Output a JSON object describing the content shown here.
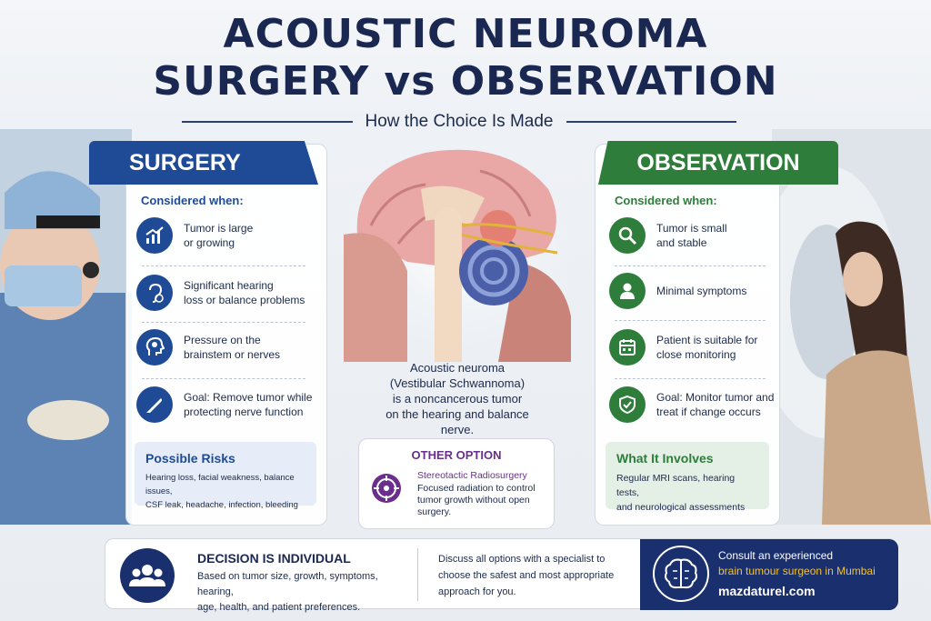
{
  "title": {
    "line1": "ACOUSTIC NEUROMA",
    "line2": "SURGERY vs OBSERVATION",
    "subtitle": "How the Choice Is Made"
  },
  "surgery": {
    "tab": "SURGERY",
    "considered": "Considered when:",
    "items": [
      {
        "icon": "chart-up-icon",
        "l1": "Tumor is large",
        "l2": "or growing"
      },
      {
        "icon": "ear-icon",
        "l1": "Significant hearing",
        "l2": "loss or balance problems"
      },
      {
        "icon": "head-target-icon",
        "l1": "Pressure on the",
        "l2": "brainstem or nerves"
      },
      {
        "icon": "scalpel-icon",
        "l1": "Goal: Remove tumor while",
        "l2": "protecting nerve function"
      }
    ],
    "risks_title": "Possible Risks",
    "risks_l1": "Hearing loss, facial weakness, balance issues,",
    "risks_l2": "CSF leak, headache, infection, bleeding"
  },
  "observation": {
    "tab": "OBSERVATION",
    "considered": "Considered when:",
    "items": [
      {
        "icon": "magnifier-icon",
        "l1": "Tumor is small",
        "l2": "and stable"
      },
      {
        "icon": "person-icon",
        "l1": "Minimal symptoms",
        "l2": ""
      },
      {
        "icon": "calendar-icon",
        "l1": "Patient is suitable for",
        "l2": "close monitoring"
      },
      {
        "icon": "shield-check-icon",
        "l1": "Goal: Monitor tumor and",
        "l2": "treat if change occurs"
      }
    ],
    "involves_title": "What It Involves",
    "involves_l1": "Regular MRI scans, hearing tests,",
    "involves_l2": "and neurological assessments"
  },
  "center": {
    "l1": "Acoustic neuroma",
    "l2": "(Vestibular Schwannoma)",
    "l3": "is a noncancerous tumor",
    "l4": "on the hearing and balance",
    "l5": "nerve."
  },
  "other": {
    "title": "OTHER OPTION",
    "sub": "Stereotactic Radiosurgery",
    "d1": "Focused radiation to control",
    "d2": "tumor growth without open",
    "d3": "surgery."
  },
  "bottom": {
    "decision_title": "DECISION IS INDIVIDUAL",
    "decision_l1": "Based on tumor size, growth, symptoms, hearing,",
    "decision_l2": "age, health, and patient preferences.",
    "mid_l1": "Discuss all options with a specialist to",
    "mid_l2": "choose the safest and most appropriate",
    "mid_l3": "approach for you.",
    "cta_l1": "Consult an experienced",
    "cta_l2": "brain tumour surgeon in Mumbai",
    "cta_l3": "mazdaturel.com"
  },
  "colors": {
    "surgery": "#1f4b96",
    "observation": "#2e7d3a",
    "other": "#6a2f8c",
    "navy": "#1a2f6e"
  }
}
